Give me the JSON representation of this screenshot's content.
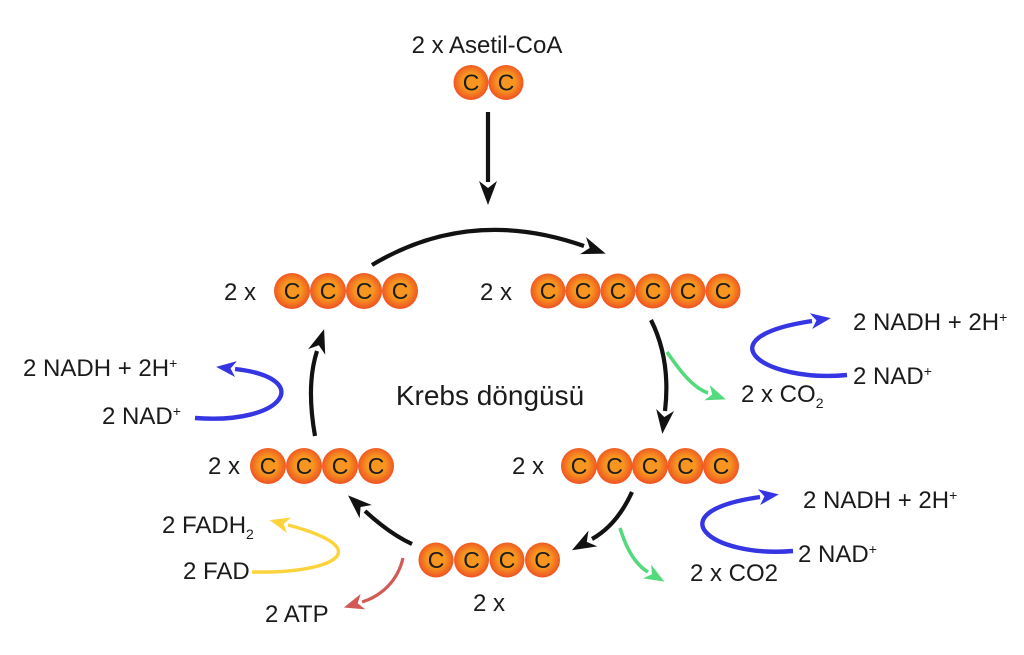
{
  "colors": {
    "arrow-black": "#121212",
    "blue": "#3535e3",
    "green": "#55d97d",
    "yellow": "#fdd33c",
    "red": "#d15a55",
    "carbon-center": "#f6951f",
    "carbon-edge": "#ee4123",
    "text": "#1b1b1b"
  },
  "title": "Krebs döngüsü",
  "acetyl": {
    "label": "2 x Asetil-CoA",
    "carbons": 2
  },
  "carbon": {
    "symbol": "C"
  },
  "chains": {
    "top_left": {
      "label": "2 x",
      "carbons": 4
    },
    "top_right": {
      "label": "2 x",
      "carbons": 6
    },
    "right": {
      "label": "2 x",
      "carbons": 5
    },
    "bottom": {
      "label": "2 x",
      "carbons": 4
    },
    "left": {
      "label": "2 x",
      "carbons": 4
    }
  },
  "labels": {
    "right_top": {
      "nadh": "2 NADH + 2H",
      "nadh_sup": "+",
      "nad": "2 NAD",
      "nad_sup": "+",
      "co2_main": "2 x CO",
      "co2_sub": "2"
    },
    "right_bottom": {
      "nadh": "2 NADH + 2H",
      "nadh_sup": "+",
      "nad": "2 NAD",
      "nad_sup": "+",
      "co2": "2 x CO2"
    },
    "left": {
      "nadh": "2 NADH + 2H",
      "nadh_sup": "+",
      "nad": "2 NAD",
      "nad_sup": "+"
    },
    "bottom_left": {
      "fadh_main": "2 FADH",
      "fadh_sub": "2",
      "fad": "2 FAD",
      "atp": "2 ATP"
    }
  }
}
